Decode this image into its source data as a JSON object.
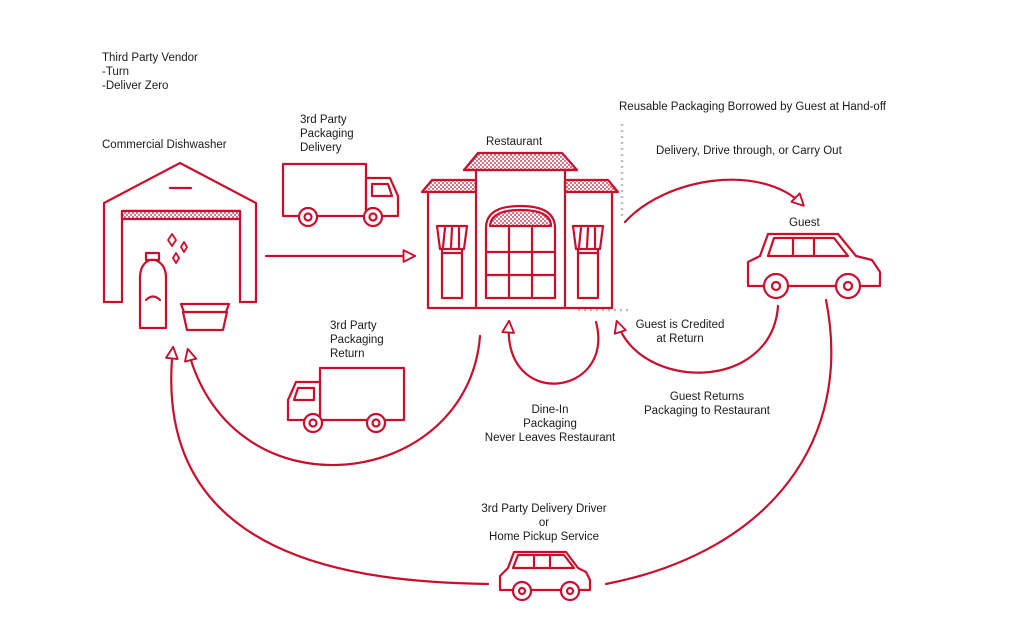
{
  "colors": {
    "accent": "#c8102e",
    "text": "#1a1a1a",
    "divider": "#bfbfbf",
    "background": "#ffffff"
  },
  "vendor": {
    "title": "Third Party Vendor",
    "items": [
      "-Turn",
      "-Deliver Zero"
    ]
  },
  "nodes": {
    "dishwasher": "Commercial Dishwasher",
    "restaurant": "Restaurant",
    "guest": "Guest"
  },
  "flows": {
    "packaging_delivery": [
      "3rd Party",
      "Packaging",
      "Delivery"
    ],
    "packaging_return": [
      "3rd Party",
      "Packaging",
      "Return"
    ],
    "borrowed": "Reusable Packaging Borrowed by Guest at Hand-off",
    "delivery_modes": "Delivery, Drive through, or Carry Out",
    "guest_credited": [
      "Guest is Credited",
      "at Return"
    ],
    "dine_in": [
      "Dine-In",
      "Packaging",
      "Never Leaves Restaurant"
    ],
    "guest_returns": [
      "Guest Returns",
      "Packaging to Restaurant"
    ],
    "driver": [
      "3rd Party Delivery Driver",
      "or",
      "Home Pickup Service"
    ]
  },
  "icons": [
    "warehouse-icon",
    "detergent-bottle-icon",
    "sparkle-icon",
    "container-icon",
    "delivery-truck-icon",
    "return-truck-icon",
    "restaurant-icon",
    "guest-car-icon",
    "driver-car-icon"
  ]
}
